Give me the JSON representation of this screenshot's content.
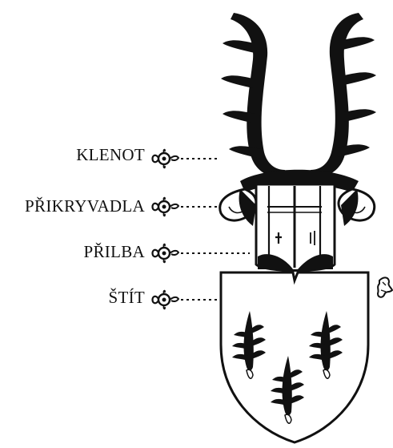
{
  "diagram": {
    "labels": {
      "klenot": "KLENOT",
      "prikryvadla": "PŘIKRYVADLA",
      "prilba": "PŘILBA",
      "stit": "ŠTÍT"
    },
    "colors": {
      "ink": "#111111",
      "paper": "#ffffff"
    },
    "icons": {
      "pointer": "ornamental-pointer-icon",
      "marker": "heraldic-lion-mark-icon"
    }
  }
}
